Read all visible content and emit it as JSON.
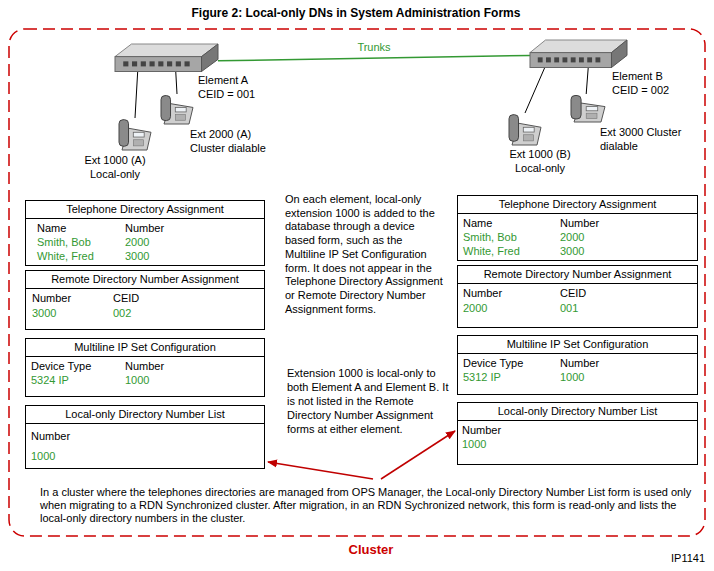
{
  "diagram": {
    "title": "Figure 2: Local-only DNs in System Administration Forms",
    "nodes": [
      {
        "text": [
          "Cluster"
        ]
      },
      {
        "text": [
          "Element A CEID = 001"
        ],
        "in": 0
      },
      {
        "text": [
          "Ext 1000 (A) Local-only"
        ],
        "in": 0
      },
      {
        "text": [
          "Ext 2000 (A) Cluster dialable"
        ],
        "in": 0
      },
      {
        "text": [
          "Element B CEID = 002"
        ],
        "in": 0
      },
      {
        "text": [
          "Ext 1000 (B) Local-only"
        ],
        "in": 0
      },
      {
        "text": [
          "Ext 3000 Cluster dialable"
        ],
        "in": 0
      },
      {
        "text": [
          "Telephone Directory Assignment",
          "Name",
          "Number",
          "Smith, Bob",
          "2000",
          "White, Fred",
          "3000"
        ],
        "in": 0
      },
      {
        "text": [
          "Remote Directory Number Assignment",
          "Number",
          "CEID",
          "3000",
          "002"
        ],
        "in": 0
      },
      {
        "text": [
          "Multiline IP Set Configuration",
          "Device Type",
          "Number",
          "5324 IP",
          "1000"
        ],
        "in": 0
      },
      {
        "text": [
          "Local-only Directory Number List",
          "Number",
          "1000"
        ],
        "in": 0
      },
      {
        "text": [
          "Telephone Directory Assignment",
          "Name",
          "Number",
          "Smith, Bob",
          "2000",
          "White, Fred",
          "3000"
        ],
        "in": 0
      },
      {
        "text": [
          "Remote Directory Number Assignment",
          "Number",
          "CEID",
          "2000",
          "001"
        ],
        "in": 0
      },
      {
        "text": [
          "Multiline IP Set Configuration",
          "Device Type",
          "Number",
          "5312 IP",
          "1000"
        ],
        "in": 0
      },
      {
        "text": [
          "Local-only Directory Number List",
          "Number",
          "1000"
        ],
        "in": 0
      }
    ],
    "edges": [
      {
        "from": 1,
        "to": 4,
        "arrow": "none",
        "label": "Trunks"
      },
      {
        "from": 1,
        "to": 2,
        "arrow": "none"
      },
      {
        "from": 1,
        "to": 3,
        "arrow": "none"
      },
      {
        "from": 4,
        "to": 5,
        "arrow": "none"
      },
      {
        "from": 4,
        "to": 6,
        "arrow": "none"
      }
    ],
    "labels": [
      "On each element, local-only extension 1000 is added to the database through a device based form, such as the Multiline IP Set Configuration form. It does not appear in the Telephone Directory Assignment or Remote Directory Number Assignment forms.",
      "Extension 1000 is local-only to both Element A and Element B. It is not listed in the Remote Directory Number Assignment forms at either element.",
      "In a cluster where the telephones directories are managed from OPS Manager, the Local-only Directory Number List form is used only when migrating to a RDN Synchronized cluster. After migration, in an RDN Sychronized network, this form is read-only and lists the local-only directory numbers in the cluster.",
      "IP1141"
    ]
  }
}
